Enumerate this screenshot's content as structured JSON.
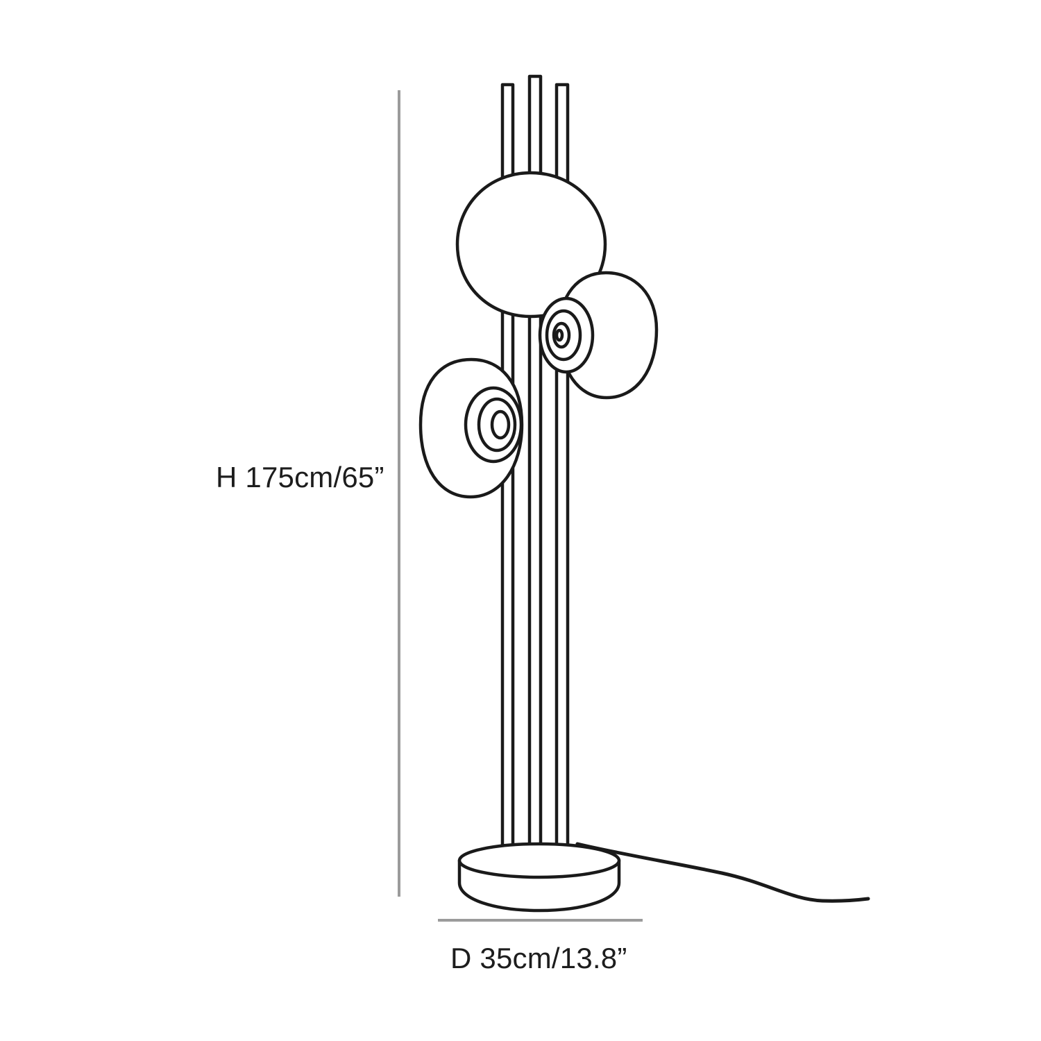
{
  "product": {
    "type": "floor-lamp",
    "description": "Line-drawing elevation of a three-rod floor lamp with one large spherical shade and two disc shades on a round base with power cord"
  },
  "dimensions": {
    "height": {
      "label": "H 175cm/65”",
      "prefix": "H",
      "metric": "175cm",
      "imperial": "65”"
    },
    "diameter": {
      "label": "D 35cm/13.8”",
      "prefix": "D",
      "metric": "35cm",
      "imperial": "13.8”"
    }
  },
  "colors": {
    "background": "#ffffff",
    "outline": "#1a1a1a",
    "dimension_line": "#9b9b9b",
    "text": "#1d1d1d"
  },
  "parts": {
    "globe_shade": "globe-shade",
    "disc_shade_right": "disc-shade-right",
    "disc_shade_left": "disc-shade-left",
    "rod_left": "rod-left",
    "rod_middle": "rod-middle",
    "rod_right": "rod-right",
    "base": "base-cylinder",
    "cord": "power-cord"
  }
}
